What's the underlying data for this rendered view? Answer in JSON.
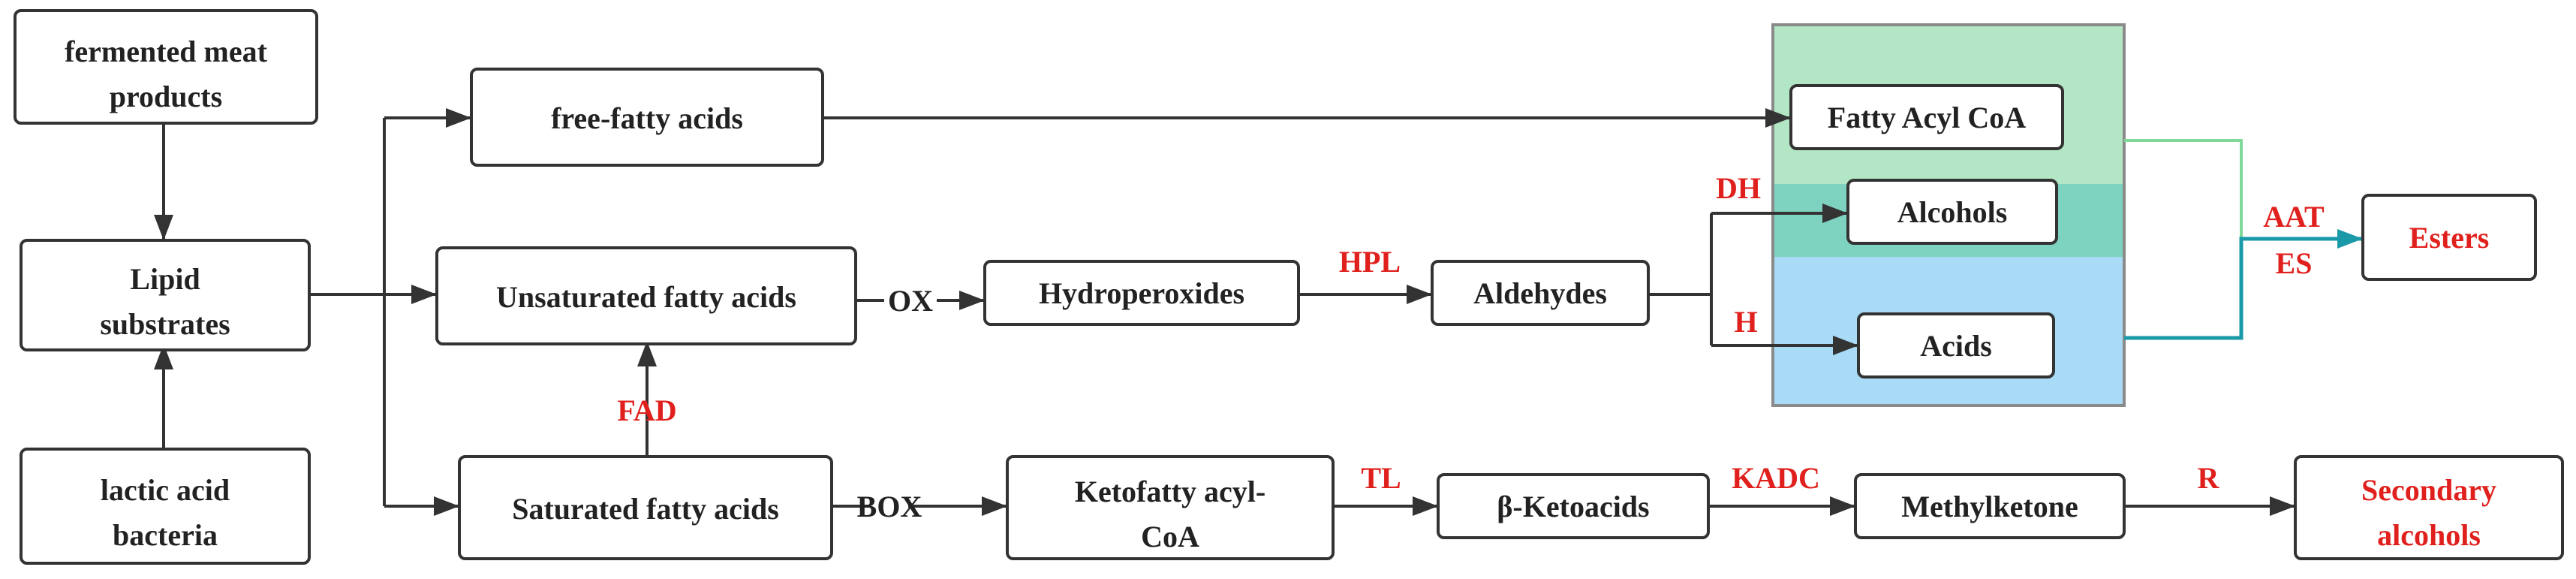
{
  "nodes": {
    "fermented_meat": [
      "fermented meat",
      "products"
    ],
    "lipid_substrates": [
      "Lipid",
      "substrates"
    ],
    "lactic_acid_bacteria": [
      "lactic acid",
      "bacteria"
    ],
    "free_fatty_acids": "free-fatty acids",
    "unsaturated_fatty_acids": "Unsaturated fatty acids",
    "saturated_fatty_acids": "Saturated fatty acids",
    "hydroperoxides": "Hydroperoxides",
    "aldehydes": "Aldehydes",
    "ketofatty_acyl_coa": [
      "Ketofatty acyl-",
      "CoA"
    ],
    "beta_ketoacids": "β-Ketoacids",
    "methylketone": "Methylketone",
    "secondary_alcohols": [
      "Secondary",
      "alcohols"
    ],
    "fatty_acyl_coa": "Fatty Acyl CoA",
    "alcohols": "Alcohols",
    "acids": "Acids",
    "esters": "Esters"
  },
  "edge_labels": {
    "ox": "OX",
    "box": "BOX",
    "fad": "FAD",
    "hpl": "HPL",
    "tl": "TL",
    "kadc": "KADC",
    "r": "R",
    "dh": "DH",
    "h": "H",
    "aat": "AAT",
    "es": "ES"
  },
  "colors": {
    "line": "#333333",
    "red_text": "#e0201c",
    "panel_green": "#b2e6c4",
    "panel_teal": "#7ed3c0",
    "panel_blue": "#a9dbf6",
    "panel_border": "#8a8a8a",
    "green_connector": "#7fd898",
    "teal_connector": "#1a9aa8"
  }
}
